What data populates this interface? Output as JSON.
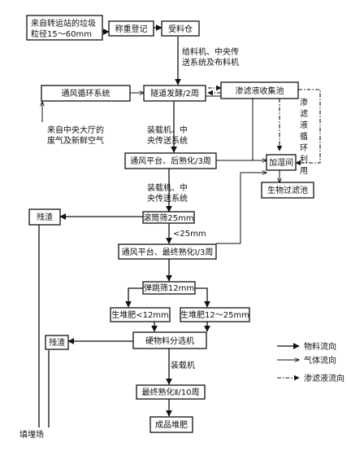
{
  "nodes": {
    "source": [
      "来自转运站的垃圾",
      "粒径15～60mm"
    ],
    "weigh": "称重登记",
    "bin": "受料仓",
    "vent": "通风循环系统",
    "tunnel": "隧道发酵/2周",
    "leachate_pool": "渗滤液收集池",
    "humidifier": "加湿间",
    "biofilter": "生物过滤池",
    "post_ripen": "通风平台、后熟化/3周",
    "drum_screen": "滚筒筛25mm",
    "residue_1": "残渣",
    "final_ripen_1": "通风平台、最终熟化Ⅰ/3周",
    "bounce_screen": "弹跳筛12mm",
    "raw_fine": "生堆肥<12mm",
    "raw_coarse": "生堆肥12～25mm",
    "hard_sep": "硬物料分选机",
    "residue_2": "残渣",
    "final_ripen_2": "最终熟化Ⅱ/10周",
    "product": "成品堆肥"
  },
  "labels": {
    "feeder": [
      "给料机、中央传",
      "送系统及布料机"
    ],
    "air_source": [
      "来自中央大厅的",
      "废气及新鲜空气"
    ],
    "loader_1": [
      "装载机、中",
      "央传送系统"
    ],
    "loader_2": [
      "装载机、中",
      "央传送系统"
    ],
    "lt25": "<25mm",
    "leachate_cycle": [
      "渗",
      "滤",
      "液",
      "循",
      "环",
      "利",
      "用"
    ],
    "loader_3": "装载机",
    "landfill": "填埋场"
  },
  "legend": {
    "material": "物料流向",
    "gas": "气体流向",
    "leachate": "渗滤液流向"
  }
}
